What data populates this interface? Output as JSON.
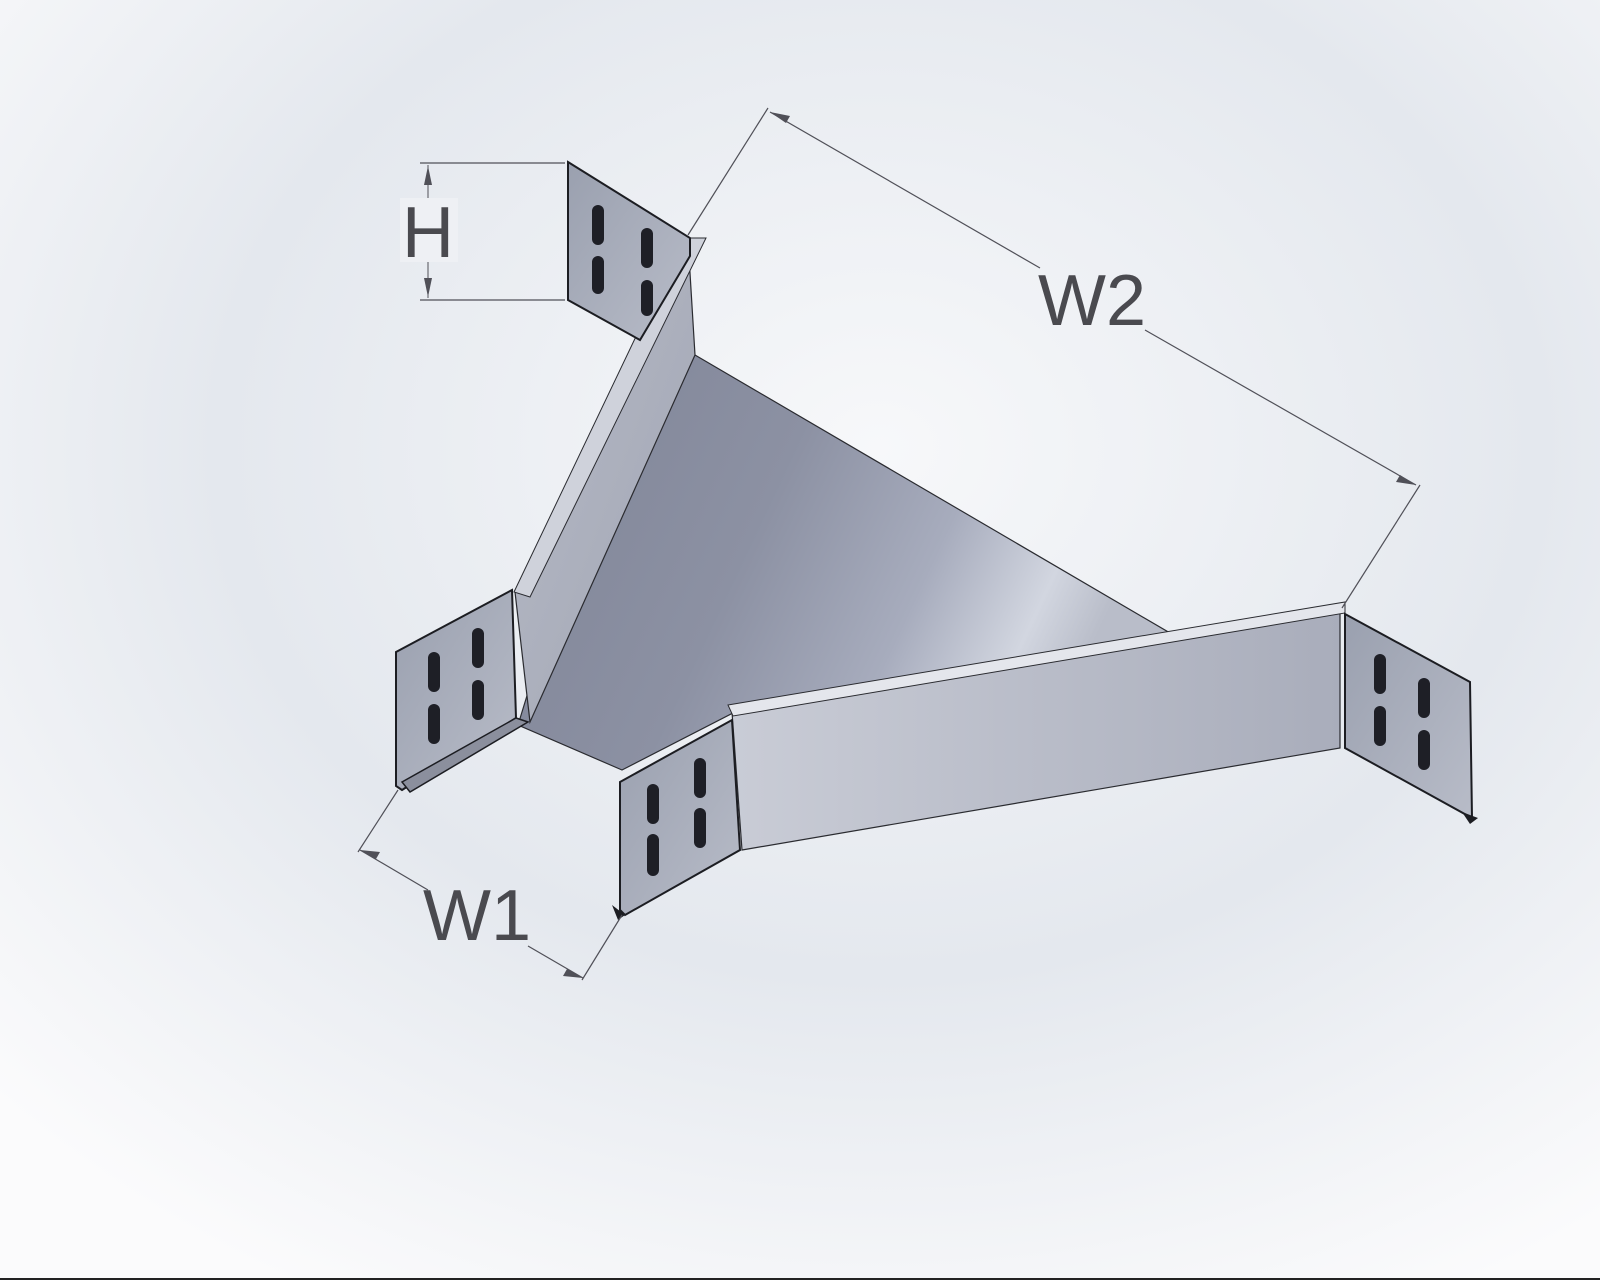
{
  "dimensions": {
    "height_label": "H",
    "width1_label": "W1",
    "width2_label": "W2"
  },
  "colors": {
    "background_light": "#f4f6f8",
    "background_mid": "#dfe3ea",
    "metal_dark": "#868a99",
    "metal_mid": "#9da2b4",
    "metal_light": "#c3c7d2",
    "flange": "#a6aab8",
    "slot": "#1e1f26",
    "outline": "#1c1d22",
    "dimension_line": "#505058",
    "label_text": "#4a4a4f"
  }
}
